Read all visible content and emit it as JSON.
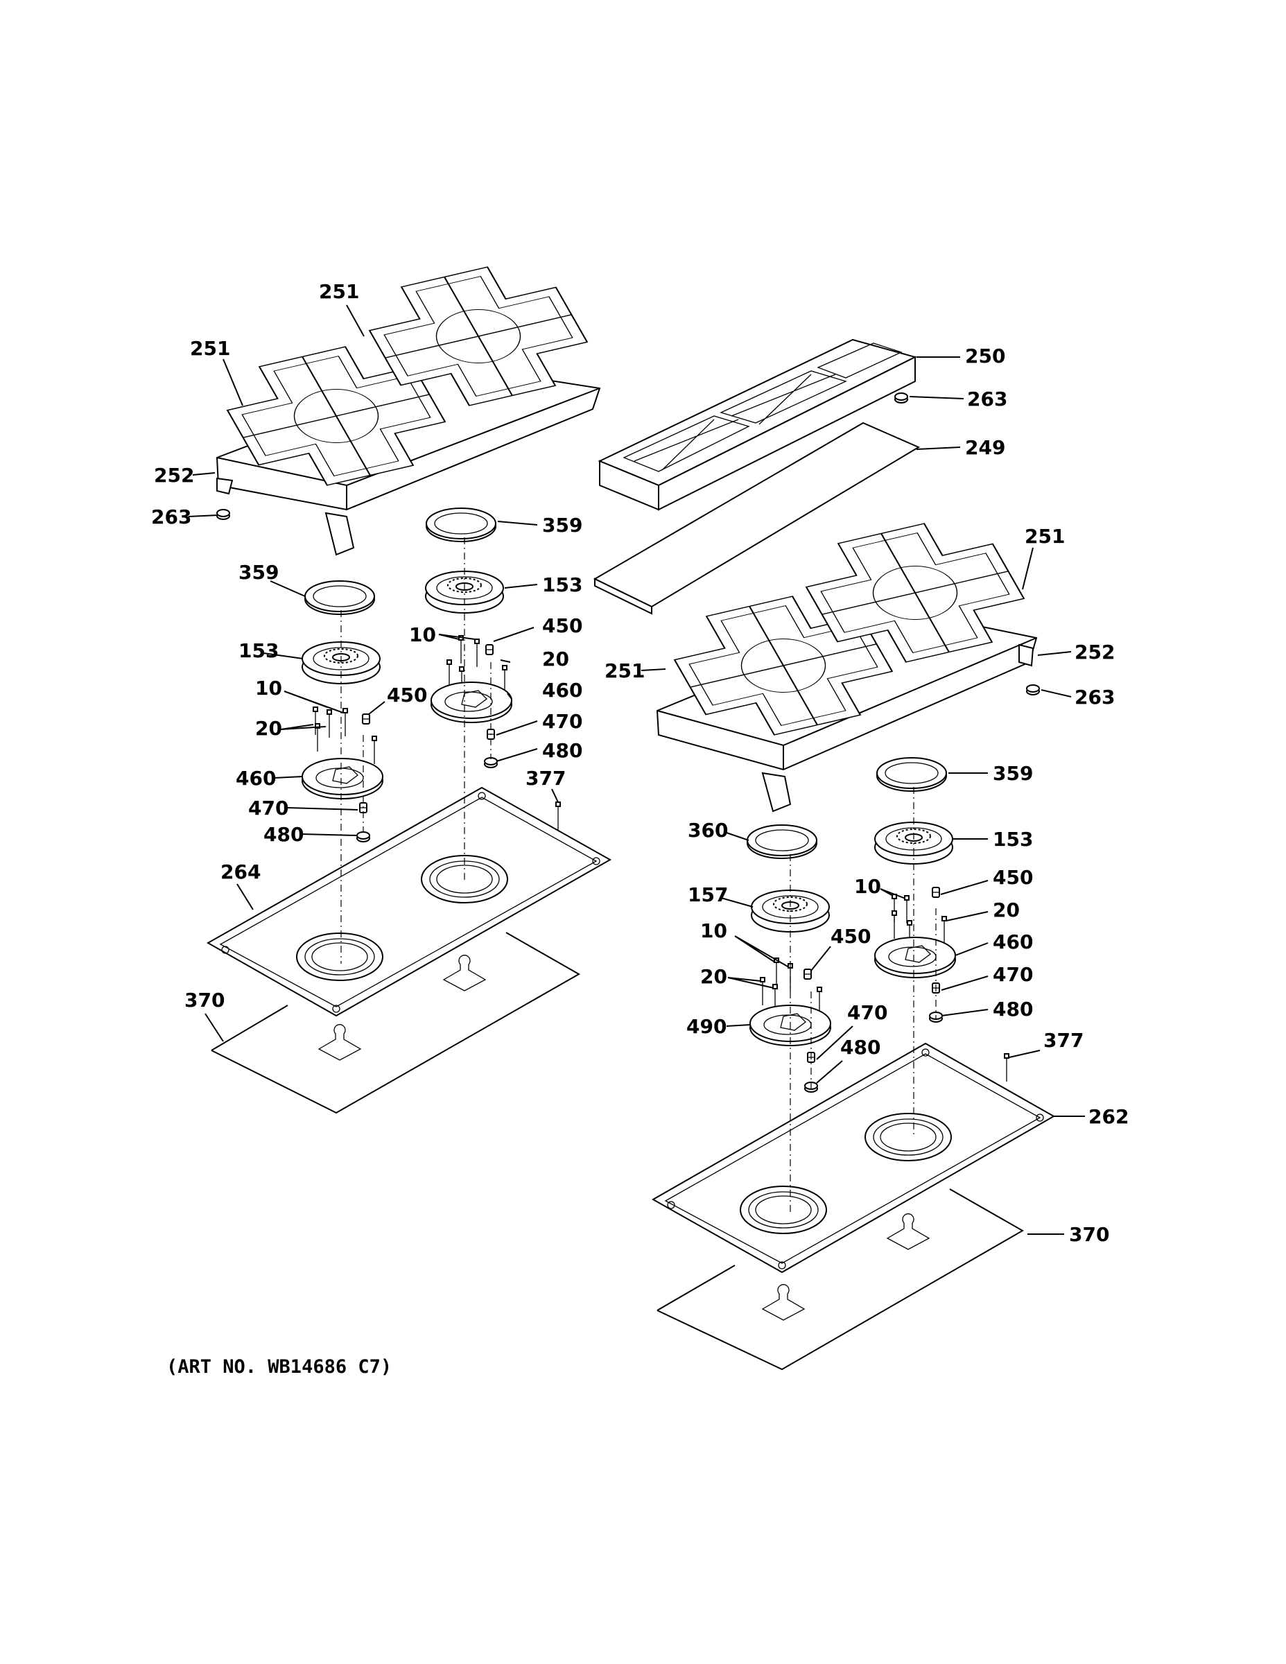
{
  "diagram": {
    "art_number": "(ART NO. WB14686 C7)",
    "callouts": [
      {
        "id": "c01",
        "text": "251"
      },
      {
        "id": "c02",
        "text": "251"
      },
      {
        "id": "c03",
        "text": "252"
      },
      {
        "id": "c04",
        "text": "263"
      },
      {
        "id": "c05",
        "text": "359"
      },
      {
        "id": "c06",
        "text": "153"
      },
      {
        "id": "c07",
        "text": "359"
      },
      {
        "id": "c08",
        "text": "153"
      },
      {
        "id": "c09",
        "text": "10"
      },
      {
        "id": "c10",
        "text": "450"
      },
      {
        "id": "c11",
        "text": "20"
      },
      {
        "id": "c12",
        "text": "460"
      },
      {
        "id": "c13",
        "text": "470"
      },
      {
        "id": "c14",
        "text": "480"
      },
      {
        "id": "c15",
        "text": "10"
      },
      {
        "id": "c16",
        "text": "450"
      },
      {
        "id": "c17",
        "text": "20"
      },
      {
        "id": "c18",
        "text": "460"
      },
      {
        "id": "c19",
        "text": "470"
      },
      {
        "id": "c20",
        "text": "480"
      },
      {
        "id": "c21",
        "text": "377"
      },
      {
        "id": "c22",
        "text": "264"
      },
      {
        "id": "c23",
        "text": "370"
      },
      {
        "id": "c24",
        "text": "250"
      },
      {
        "id": "c25",
        "text": "263"
      },
      {
        "id": "c26",
        "text": "249"
      },
      {
        "id": "c27",
        "text": "251"
      },
      {
        "id": "c28",
        "text": "252"
      },
      {
        "id": "c29",
        "text": "251"
      },
      {
        "id": "c30",
        "text": "263"
      },
      {
        "id": "c31",
        "text": "359"
      },
      {
        "id": "c32",
        "text": "153"
      },
      {
        "id": "c33",
        "text": "360"
      },
      {
        "id": "c34",
        "text": "157"
      },
      {
        "id": "c35",
        "text": "10"
      },
      {
        "id": "c36",
        "text": "450"
      },
      {
        "id": "c37",
        "text": "20"
      },
      {
        "id": "c38",
        "text": "460"
      },
      {
        "id": "c39",
        "text": "470"
      },
      {
        "id": "c40",
        "text": "480"
      },
      {
        "id": "c41",
        "text": "10"
      },
      {
        "id": "c42",
        "text": "450"
      },
      {
        "id": "c43",
        "text": "20"
      },
      {
        "id": "c44",
        "text": "490"
      },
      {
        "id": "c45",
        "text": "470"
      },
      {
        "id": "c46",
        "text": "480"
      },
      {
        "id": "c47",
        "text": "377"
      },
      {
        "id": "c48",
        "text": "262"
      },
      {
        "id": "c49",
        "text": "370"
      }
    ]
  }
}
